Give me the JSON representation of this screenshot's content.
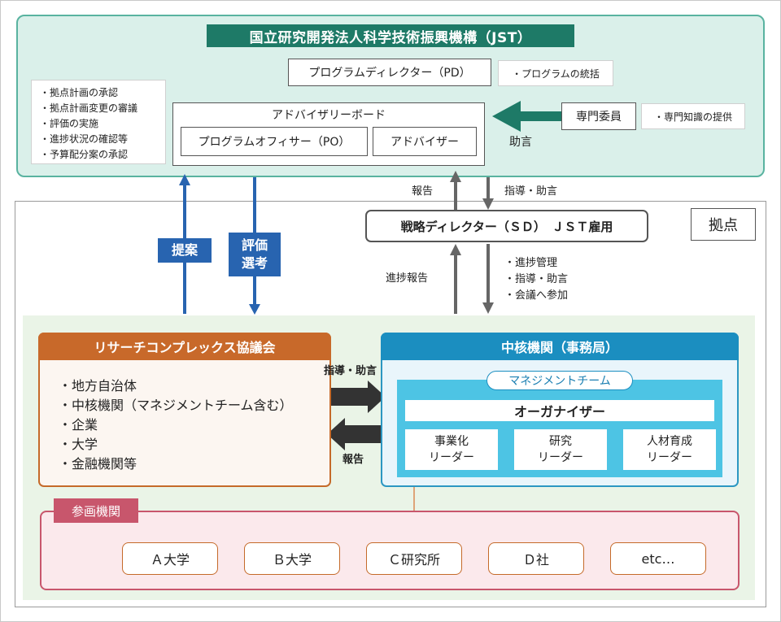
{
  "jst": {
    "title": "国立研究開発法人科学技術振興機構（JST）",
    "pd": "プログラムディレクター（PD）",
    "pd_note": "・プログラムの統括",
    "advisory_board": "アドバイザリーボード",
    "po": "プログラムオフィサー（PO）",
    "adviser": "アドバイザー",
    "expert": "専門委員",
    "expert_note": "・専門知識の提供",
    "advice_label": "助言",
    "duties": [
      "・拠点計画の承認",
      "・拠点計画変更の審議",
      "・評価の実施",
      "・進捗状況の確認等",
      "・予算配分案の承認"
    ]
  },
  "arrows": {
    "teian": "提案",
    "hyoka_1": "評価",
    "hyoka_2": "選考",
    "houkoku_up": "報告",
    "shido_down": "指導・助言",
    "shinchoku_houkoku": "進捗報告",
    "sd_roles": [
      "・進捗管理",
      "・指導・助言",
      "・会議へ参加"
    ]
  },
  "kyoten": {
    "label": "拠点"
  },
  "sd": {
    "label": "戦略ディレクター（ＳＤ）　ＪＳＴ雇用"
  },
  "rc": {
    "title": "リサーチコンプレックス協議会",
    "members": [
      "・地方自治体",
      "・中核機関（マネジメントチーム含む）",
      "・企業",
      "・大学",
      "・金融機関等"
    ]
  },
  "core": {
    "title": "中核機関（事務局）",
    "team_label": "マネジメントチーム",
    "organizer": "オーガナイザー",
    "leaders": [
      {
        "line1": "事業化",
        "line2": "リーダー"
      },
      {
        "line1": "研究",
        "line2": "リーダー"
      },
      {
        "line1": "人材育成",
        "line2": "リーダー"
      }
    ]
  },
  "exchange": {
    "guidance": "指導・助言",
    "report": "報告"
  },
  "participants": {
    "label": "参画機関",
    "items": [
      "Ａ大学",
      "Ｂ大学",
      "Ｃ研究所",
      "Ｄ社",
      "etc…"
    ]
  },
  "colors": {
    "jst_green": "#1e7a67",
    "rc_orange": "#c8692a",
    "core_blue": "#1b8ec0",
    "team_cyan": "#4dc4e4",
    "participant_red": "#c8566c",
    "arrow_blue": "#2864b0",
    "arrow_gray": "#666666",
    "arrow_dark": "#333333"
  }
}
